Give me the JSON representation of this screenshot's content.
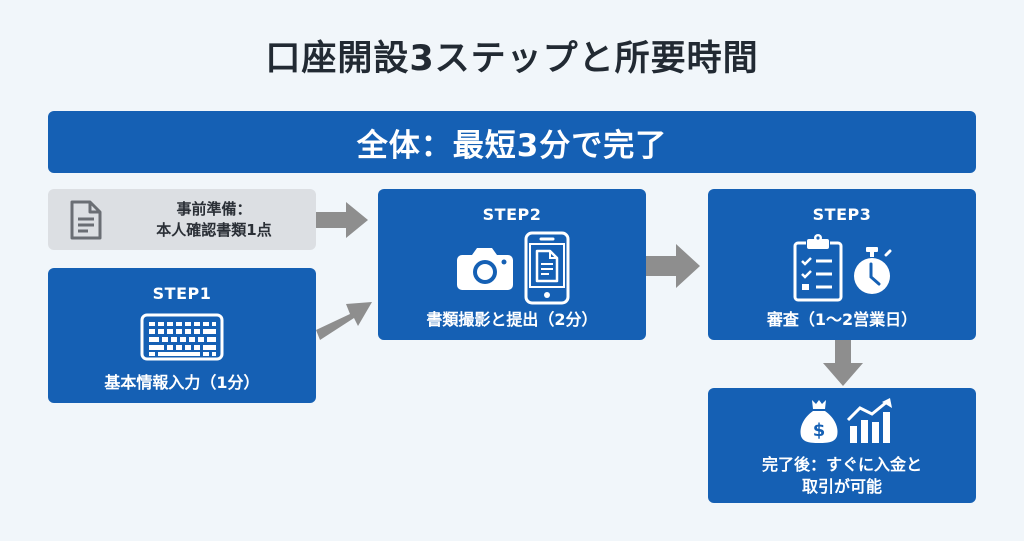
{
  "title": "口座開設3ステップと所要時間",
  "banner": {
    "text": "全体：最短3分で完了"
  },
  "preparation": {
    "line1": "事前準備：",
    "line2": "本人確認書類1点",
    "icon": "document-icon"
  },
  "steps": [
    {
      "step": "STEP1",
      "label": "基本情報入力（1分）",
      "icons": [
        "keyboard-icon"
      ]
    },
    {
      "step": "STEP2",
      "label": "書類撮影と提出（2分）",
      "icons": [
        "camera-icon",
        "smartphone-document-icon"
      ]
    },
    {
      "step": "STEP3",
      "label": "審査（1〜2営業日）",
      "icons": [
        "clipboard-checklist-icon",
        "stopwatch-icon"
      ]
    }
  ],
  "completion": {
    "line1": "完了後：すぐに入金と",
    "line2": "取引が可能",
    "icons": [
      "money-bag-icon",
      "growth-chart-icon"
    ]
  },
  "colors": {
    "background": "#f1f6fa",
    "primary_blue": "#1560b4",
    "prep_gray": "#dcdfe3",
    "arrow_gray": "#8e8e8e",
    "title_text": "#222a33"
  }
}
